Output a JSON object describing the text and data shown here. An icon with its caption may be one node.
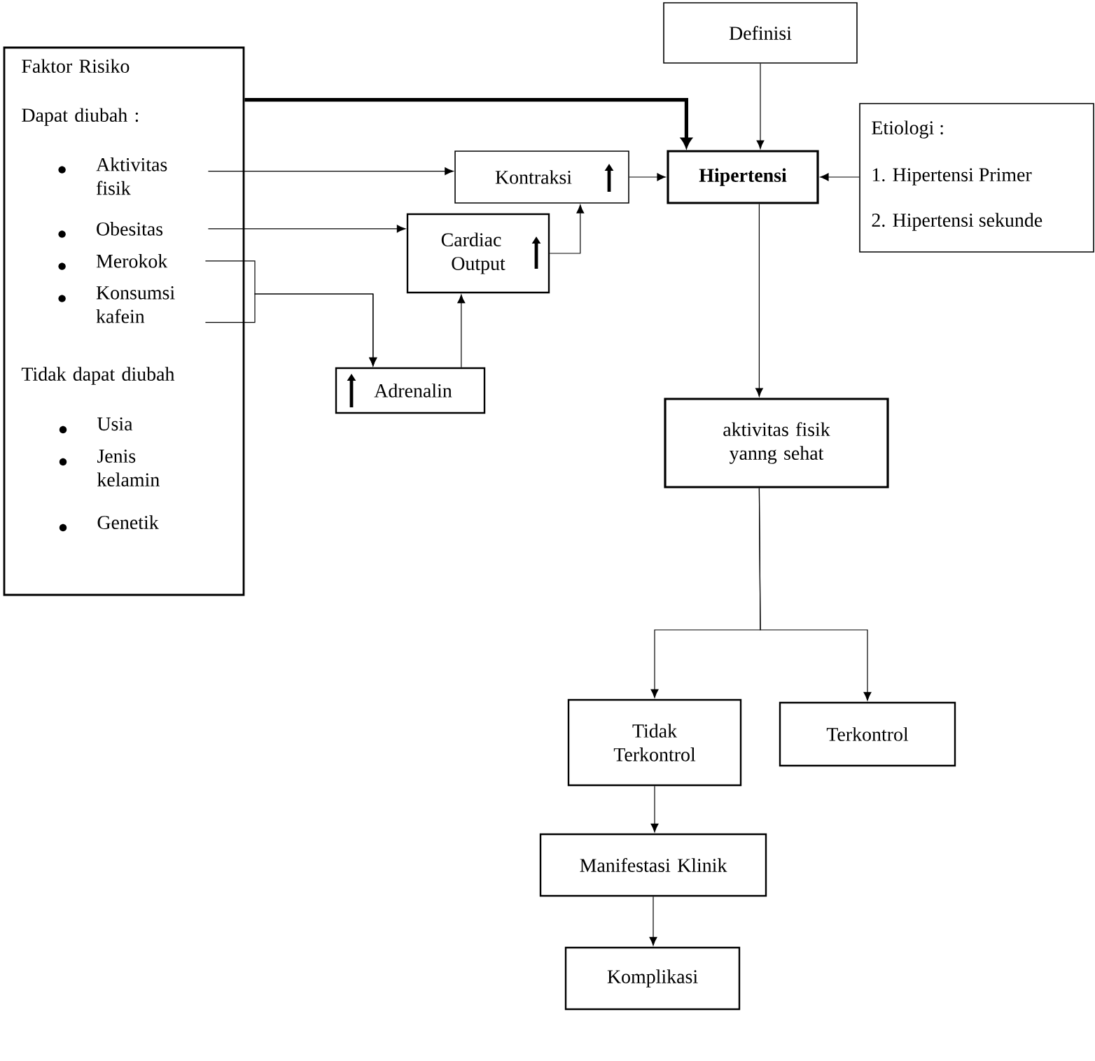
{
  "diagram": {
    "nodes": [
      {
        "text": [
          "Faktor Risiko",
          "Dapat diubah :",
          "Tidak dapat diubah",
          "Usia",
          "Jenis kelamin",
          "Genetik"
        ]
      },
      {
        "text": [
          "Aktivitas fisik"
        ],
        "in": 0
      },
      {
        "text": [
          "Obesitas"
        ],
        "in": 0
      },
      {
        "text": [
          "Merokok"
        ],
        "in": 0
      },
      {
        "text": [
          "Konsumsi kafein"
        ],
        "in": 0
      },
      {
        "text": [
          "Definisi"
        ]
      },
      {
        "text": [
          "Kontraksi"
        ]
      },
      {
        "text": [
          "Hipertensi"
        ]
      },
      {
        "text": [
          "Etiologi :",
          "1. Hipertensi Primer",
          "2. Hipertensi sekunde"
        ]
      },
      {
        "text": [
          "Cardiac Output"
        ]
      },
      {
        "text": [
          "Adrenalin"
        ]
      },
      {
        "text": [
          "aktivitas fisik yanng sehat"
        ]
      },
      {
        "text": [
          "Tidak Terkontrol"
        ]
      },
      {
        "text": [
          "Terkontrol"
        ]
      },
      {
        "text": [
          "Manifestasi Klinik"
        ]
      },
      {
        "text": [
          "Komplikasi"
        ]
      }
    ],
    "edges": [
      {
        "from": 0,
        "to": 7,
        "arrow": "to",
        "style": "thick"
      },
      {
        "from": 5,
        "to": 7,
        "arrow": "to"
      },
      {
        "from": 8,
        "to": 7,
        "arrow": "to"
      },
      {
        "from": 1,
        "to": 6,
        "arrow": "to"
      },
      {
        "from": 2,
        "to": 9,
        "arrow": "to"
      },
      {
        "from": 3,
        "to": 10,
        "arrow": "to"
      },
      {
        "from": 4,
        "to": 10,
        "arrow": "to"
      },
      {
        "from": 10,
        "to": 9,
        "arrow": "to"
      },
      {
        "from": 9,
        "to": 6,
        "arrow": "to"
      },
      {
        "from": 6,
        "to": 7,
        "arrow": "to"
      },
      {
        "from": 7,
        "to": 11,
        "arrow": "to"
      },
      {
        "from": 11,
        "to": 12,
        "arrow": "to"
      },
      {
        "from": 11,
        "to": 13,
        "arrow": "to"
      },
      {
        "from": 12,
        "to": 14,
        "arrow": "to"
      },
      {
        "from": 14,
        "to": 15,
        "arrow": "to"
      }
    ]
  }
}
